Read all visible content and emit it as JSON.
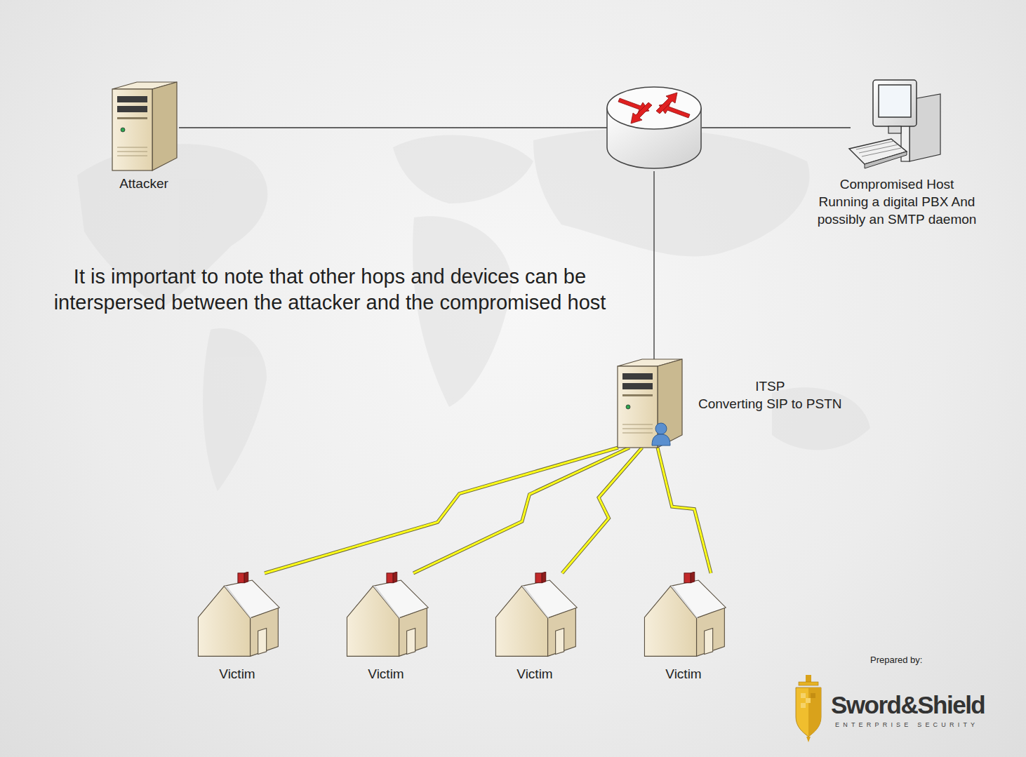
{
  "diagram": {
    "nodes": [
      {
        "text": [
          "Attacker"
        ]
      },
      {
        "text": [
          "Compromised Host",
          "Running a digital PBX And possibly an SMTP daemon"
        ]
      },
      {
        "text": [
          "ITSP",
          "Converting SIP to PSTN"
        ]
      },
      {
        "text": [
          "Victim"
        ]
      },
      {
        "text": [
          "Victim"
        ]
      },
      {
        "text": [
          "Victim"
        ]
      },
      {
        "text": [
          "Victim"
        ]
      }
    ],
    "edges": [
      {
        "from": 2,
        "to": 3,
        "arrow": "none"
      },
      {
        "from": 2,
        "to": 4,
        "arrow": "none"
      },
      {
        "from": 2,
        "to": 5,
        "arrow": "none"
      },
      {
        "from": 2,
        "to": 6,
        "arrow": "none"
      }
    ],
    "labels": [
      "It is important to note that other hops and devices can be interspersed between the attacker and the compromised host",
      "Prepared by:",
      "Sword&Shield",
      "ENTERPRISE SECURITY"
    ]
  }
}
